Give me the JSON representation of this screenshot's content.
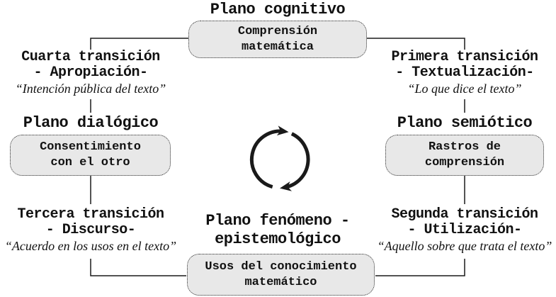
{
  "planes": {
    "cognitive": {
      "title": "Plano cognitivo",
      "box": "Comprensión\nmatemática"
    },
    "dialogic": {
      "title": "Plano dialógico",
      "box": "Consentimiento\ncon el otro"
    },
    "semiotic": {
      "title": "Plano semiótico",
      "box": "Rastros de\ncomprensión"
    },
    "phenomenon": {
      "title": "Plano fenómeno -\nepistemológico",
      "box": "Usos del conocimiento\nmatemático"
    }
  },
  "transitions": {
    "first": {
      "title": "Primera transición",
      "subtitle": "- Textualización-",
      "quote": "“Lo que dice el texto”"
    },
    "second": {
      "title": "Segunda transición",
      "subtitle": "- Utilización-",
      "quote": "“Aquello sobre que trata el texto”"
    },
    "third": {
      "title": "Tercera transición",
      "subtitle": "- Discurso-",
      "quote": "“Acuerdo en los usos en el texto”"
    },
    "fourth": {
      "title": "Cuarta transición",
      "subtitle": "- Apropiación-",
      "quote": "“Intención pública del texto”"
    }
  },
  "icons": {
    "center": "clockwise-cycle-arrows"
  },
  "colors": {
    "background": "#ffffff",
    "text": "#111111",
    "box_fill": "#e8e8e8",
    "box_border": "#2b2b2b",
    "line": "#1a1a1a"
  }
}
